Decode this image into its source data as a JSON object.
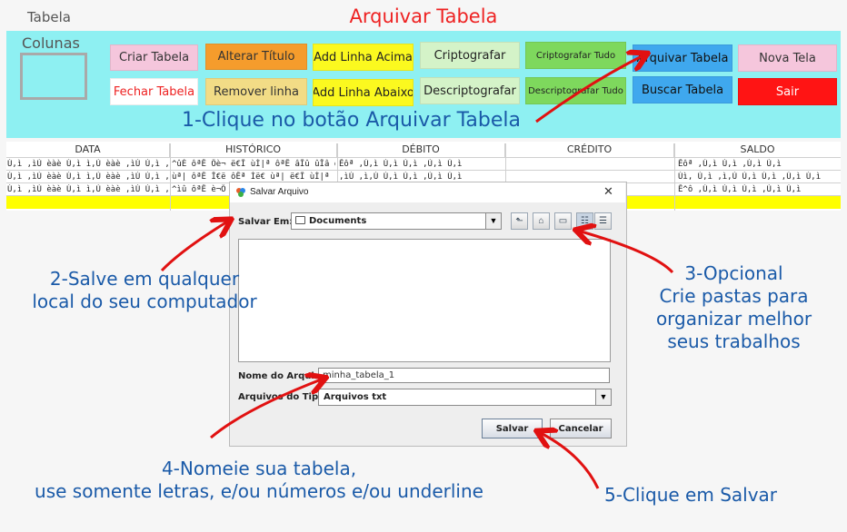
{
  "header": {
    "tabela": "Tabela",
    "title": "Arquivar Tabela",
    "colunas": "Colunas"
  },
  "buttons": {
    "criar_tabela": "Criar Tabela",
    "alterar_titulo": "Alterar Título",
    "add_linha_acima": "Add Linha Acima",
    "criptografar": "Criptografar",
    "criptografar_tudo": "Criptografar Tudo",
    "arquivar_tabela": "Arquivar Tabela",
    "nova_tela": "Nova Tela",
    "fechar_tabela": "Fechar Tabela",
    "remover_linha": "Remover linha",
    "add_linha_abaixo": "Add Linha Abaixo",
    "descriptografar": "Descriptografar",
    "descriptografar_tudo": "Descriptografar Tudo",
    "buscar_tabela": "Buscar Tabela",
    "sair": "Sair"
  },
  "table": {
    "headers": [
      "DATA",
      "HISTÓRICO",
      "DÉBITO",
      "CRÉDITO",
      "SALDO"
    ],
    "rows": [
      [
        "Ù,ì ,ìÙ èàè Ù,ì ì,Ù èàè ,ìÙ Ù,ì ,ìÙ ,ìÙ",
        "^ûÉ ôªÊ Öè¬ ë€Î ùÌ|ª ôªÊ âÎû ûÎâ ôÊ^...",
        "Êôª ,Ù,ì Ù,ì Ù,ì ,Ù,ì Ù,ì",
        "",
        "Êôª ,Ù,ì Ù,ì ,Ù,ì Ù,ì"
      ],
      [
        "Ù,ì ,ìÙ èàè Ù,ì ì,Ù èàè ,ìÙ Ù,ì ,ìÙ ,ìÙ",
        "ùª| ôªÊ Î€ë ôÊª Ìë€ ùª| ë€Î ùÌ|ª",
        ",ìÙ ,ì,Ù Ù,ì Ù,ì ,Ù,ì Ù,ì",
        "",
        "Ùì, Ù,ì ,ì,Ù Ù,ì Ù,ì ,Ù,ì Ù,ì"
      ],
      [
        "Ù,ì ,ìÙ èàè Ù,ì ì,Ù èàè ,ìÙ Ù,ì ,ìÙ ,ìÙ",
        "^ìû ôªÊ è¬Ö û",
        "",
        "",
        "Ê^ô ,Ù,ì Ù,ì Ù,ì ,Ù,ì Ù,ì"
      ]
    ]
  },
  "dialog": {
    "title": "Salvar Arquivo",
    "salvar_em_label": "Salvar Em:",
    "salvar_em_value": "Documents",
    "nome_label": "Nome do Arquivo:",
    "nome_value": "minha_tabela_1",
    "tipo_label": "Arquivos do Tipo:",
    "tipo_value": "Arquivos txt",
    "salvar": "Salvar",
    "cancelar": "Cancelar",
    "close": "✕"
  },
  "annotations": {
    "step1": "1-Clique no botão Arquivar Tabela",
    "step2_line1": "2-Salve em qualquer",
    "step2_line2": "local do seu computador",
    "step3_line1": "3-Opcional",
    "step3_line2": "Crie pastas para",
    "step3_line3": "organizar melhor",
    "step3_line4": "seus trabalhos",
    "step4_line1": "4-Nomeie sua tabela,",
    "step4_line2": "use somente letras, e/ou números e/ou underline",
    "step5": "5-Clique em Salvar"
  },
  "colors": {
    "panel": "#8ef0f2",
    "title_red": "#ee2222",
    "annotation_blue": "#1a5aa8",
    "arrow_red": "#e11111"
  }
}
